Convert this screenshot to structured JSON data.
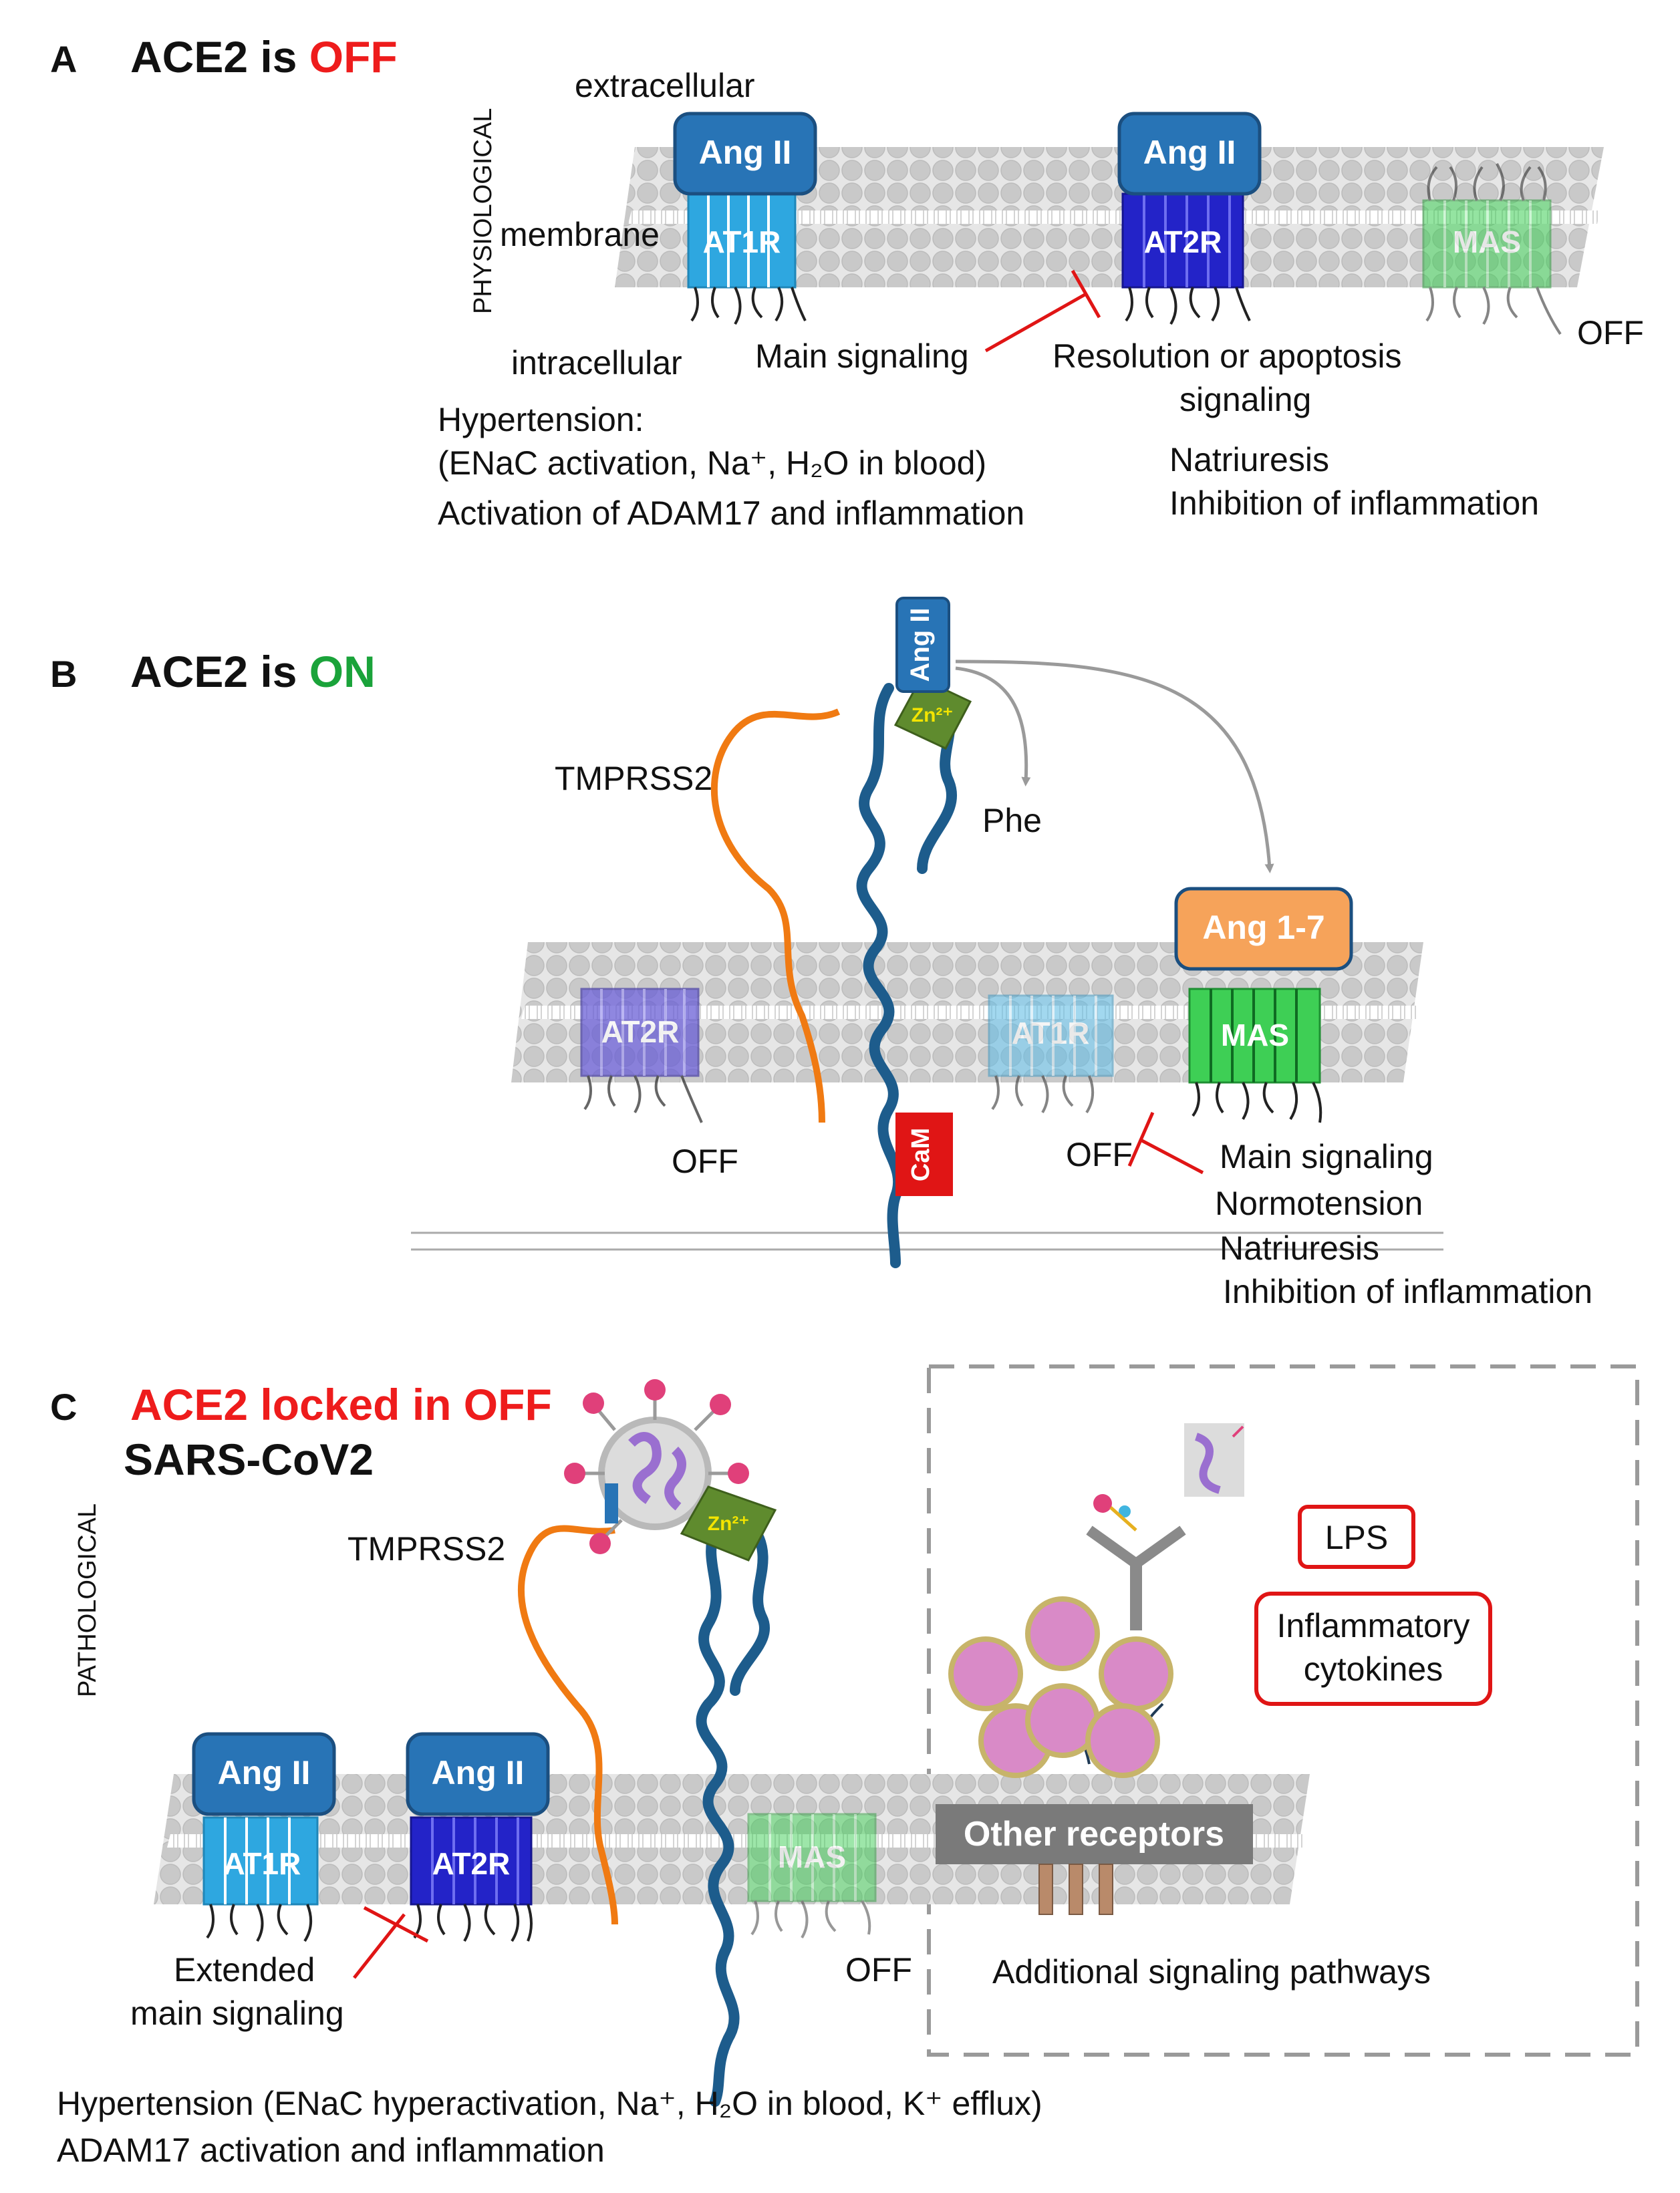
{
  "panels": {
    "a": {
      "letter": "A",
      "title_prefix": "ACE2 is ",
      "title_state": "OFF",
      "state_color": "#ee1c1c",
      "side_label": "PHYSIOLOGICAL",
      "labels": {
        "extracellular": "extracellular",
        "membrane": "membrane",
        "intracellular": "intracellular",
        "main_signaling": "Main signaling",
        "resolution_1": "Resolution  or apoptosis",
        "resolution_2": "signaling",
        "off": "OFF"
      },
      "ligands": [
        "Ang II",
        "Ang II"
      ],
      "receptors": [
        "AT1R",
        "AT2R",
        "MAS"
      ],
      "effects_left": [
        "Hypertension:",
        "(ENaC activation,  Na⁺, H₂O in blood)",
        "Activation  of ADAM17 and inflammation"
      ],
      "effects_right": [
        "Natriuresis",
        "Inhibition  of inflammation"
      ]
    },
    "b": {
      "letter": "B",
      "title_prefix": "ACE2 is ",
      "title_state": "ON",
      "state_color": "#1aa33a",
      "labels": {
        "tmprss2": "TMPRSS2",
        "ang_ii": "Ang II",
        "zn": "Zn²⁺",
        "phe": "Phe",
        "ang17": "Ang 1-7",
        "cam": "CaM",
        "off_left": "OFF",
        "off_right": "OFF"
      },
      "receptors": [
        "AT2R",
        "AT1R",
        "MAS"
      ],
      "effects": [
        "Main signaling",
        "Normotension",
        "Natriuresis",
        "Inhibition  of inflammation"
      ]
    },
    "c": {
      "letter": "C",
      "title_line1": "ACE2 locked in OFF",
      "title_line2": "SARS-CoV2",
      "state_color": "#ee1c1c",
      "side_label": "PATHOLOGICAL",
      "labels": {
        "tmprss2": "TMPRSS2",
        "zn": "Zn²⁺",
        "lps": "LPS",
        "cytokines_1": "Inflammatory",
        "cytokines_2": "cytokines",
        "other_receptors": "Other receptors",
        "additional": "Additional signaling pathways",
        "off": "OFF",
        "extended_1": "Extended",
        "extended_2": "main signaling"
      },
      "ligands": [
        "Ang II",
        "Ang II"
      ],
      "receptors": [
        "AT1R",
        "AT2R",
        "MAS"
      ],
      "effects": [
        "Hypertension  (ENaC hyperactivation,  Na⁺, H₂O in blood, K⁺ efflux)",
        "ADAM17 activation  and inflammation"
      ]
    }
  },
  "colors": {
    "ang_box": "#2874b6",
    "ang_box_border": "#1b4f80",
    "at1r": "#2ea7e0",
    "at2r": "#2323c8",
    "mas": "#3ecf55",
    "ang17": "#f6a35a",
    "ace2": "#1d5c8c",
    "tmprss2": "#f07a12",
    "zinc": "#5f8b2e",
    "zinc_text": "#f3e400",
    "cam": "#e01515",
    "inhibit": "#e01515",
    "membrane": "#c7c7c7",
    "other_receptors": "#7a7a7a",
    "cytokine": "#d98ac7",
    "arrow": "#9a9a9a"
  }
}
